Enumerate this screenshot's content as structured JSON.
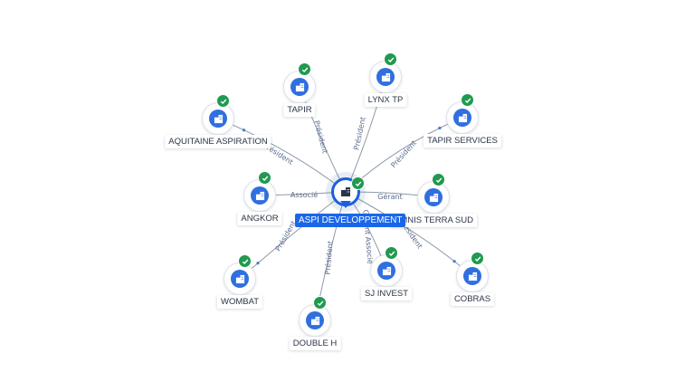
{
  "colors": {
    "accent": "#1a66e8",
    "node_fill": "#2f6fe0",
    "check_badge": "#1f9a50",
    "edge": "#8e9aaa",
    "edge_label": "#5a6b8c"
  },
  "center": {
    "name": "ASPI DEVELOPPEMENT",
    "icon": "building-icon",
    "badge": "check-icon"
  },
  "nodes": [
    {
      "id": "lynx-tp",
      "name": "LYNX TP",
      "relation": "Président"
    },
    {
      "id": "tapir",
      "name": "TAPIR",
      "relation": "Président"
    },
    {
      "id": "tapir-services",
      "name": "TAPIR SERVICES",
      "relation": "Président"
    },
    {
      "id": "aquitaine-aspiration",
      "name": "AQUITAINE ASPIRATION",
      "relation": "Président"
    },
    {
      "id": "omnis-terra-sud",
      "name": "OMNIS TERRA SUD",
      "relation": "Gérant"
    },
    {
      "id": "angkor",
      "name": "ANGKOR",
      "relation": "Associé"
    },
    {
      "id": "wombat",
      "name": "WOMBAT",
      "relation": "Président"
    },
    {
      "id": "cobras",
      "name": "COBRAS",
      "relation": "Président"
    },
    {
      "id": "sj-invest",
      "name": "SJ INVEST",
      "relation": "Gérant Associé"
    },
    {
      "id": "double-h",
      "name": "DOUBLE H",
      "relation": "Président"
    }
  ]
}
